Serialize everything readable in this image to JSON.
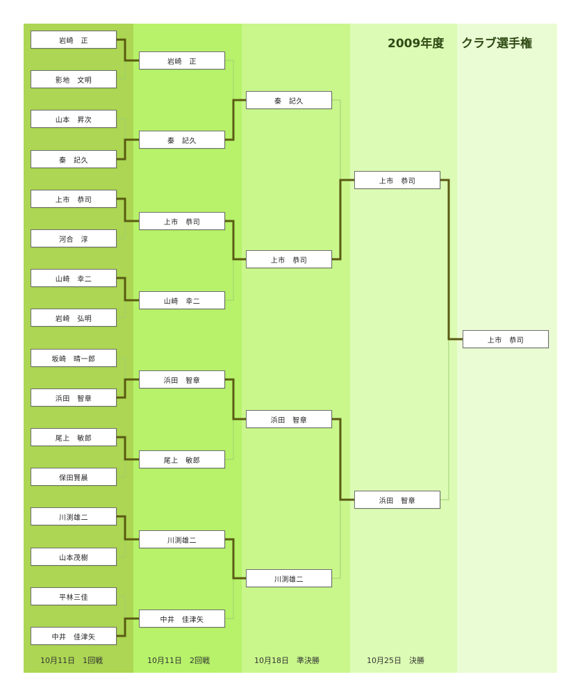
{
  "title": {
    "year": "2009年度",
    "name": "クラブ選手権"
  },
  "colors": {
    "round1_bg": "#acd653",
    "round2_bg": "#b7f26a",
    "semifinal_bg": "#c9f78c",
    "final_bg": "#dcfbb4",
    "champion_bg": "#eafcd4",
    "winner_line": "#5a5a12",
    "loser_line": "#9fcf73",
    "title_color": "#2f4a14"
  },
  "rounds": [
    {
      "label": "10月11日　1回戦"
    },
    {
      "label": "10月11日　2回戦"
    },
    {
      "label": "10月18日　準決勝"
    },
    {
      "label": "10月25日　決勝"
    }
  ],
  "round1": [
    "岩崎　正",
    "影地　文明",
    "山本　昇次",
    "秦　記久",
    "上市　恭司",
    "河合　淳",
    "山崎　幸二",
    "岩崎　弘明",
    "坂崎　晴一郎",
    "浜田　智章",
    "尾上　敏郎",
    "保田賢晨",
    "川渕雄二",
    "山本茂樹",
    "平林三佳",
    "中井　佳津矢"
  ],
  "round2": [
    "岩崎　正",
    "秦　記久",
    "上市　恭司",
    "山崎　幸二",
    "浜田　智章",
    "尾上　敏郎",
    "川渕雄二",
    "中井　佳津矢"
  ],
  "semifinal": [
    "秦　記久",
    "上市　恭司",
    "浜田　智章",
    "川渕雄二"
  ],
  "final": [
    "上市　恭司",
    "浜田　智章"
  ],
  "champion": "上市　恭司"
}
